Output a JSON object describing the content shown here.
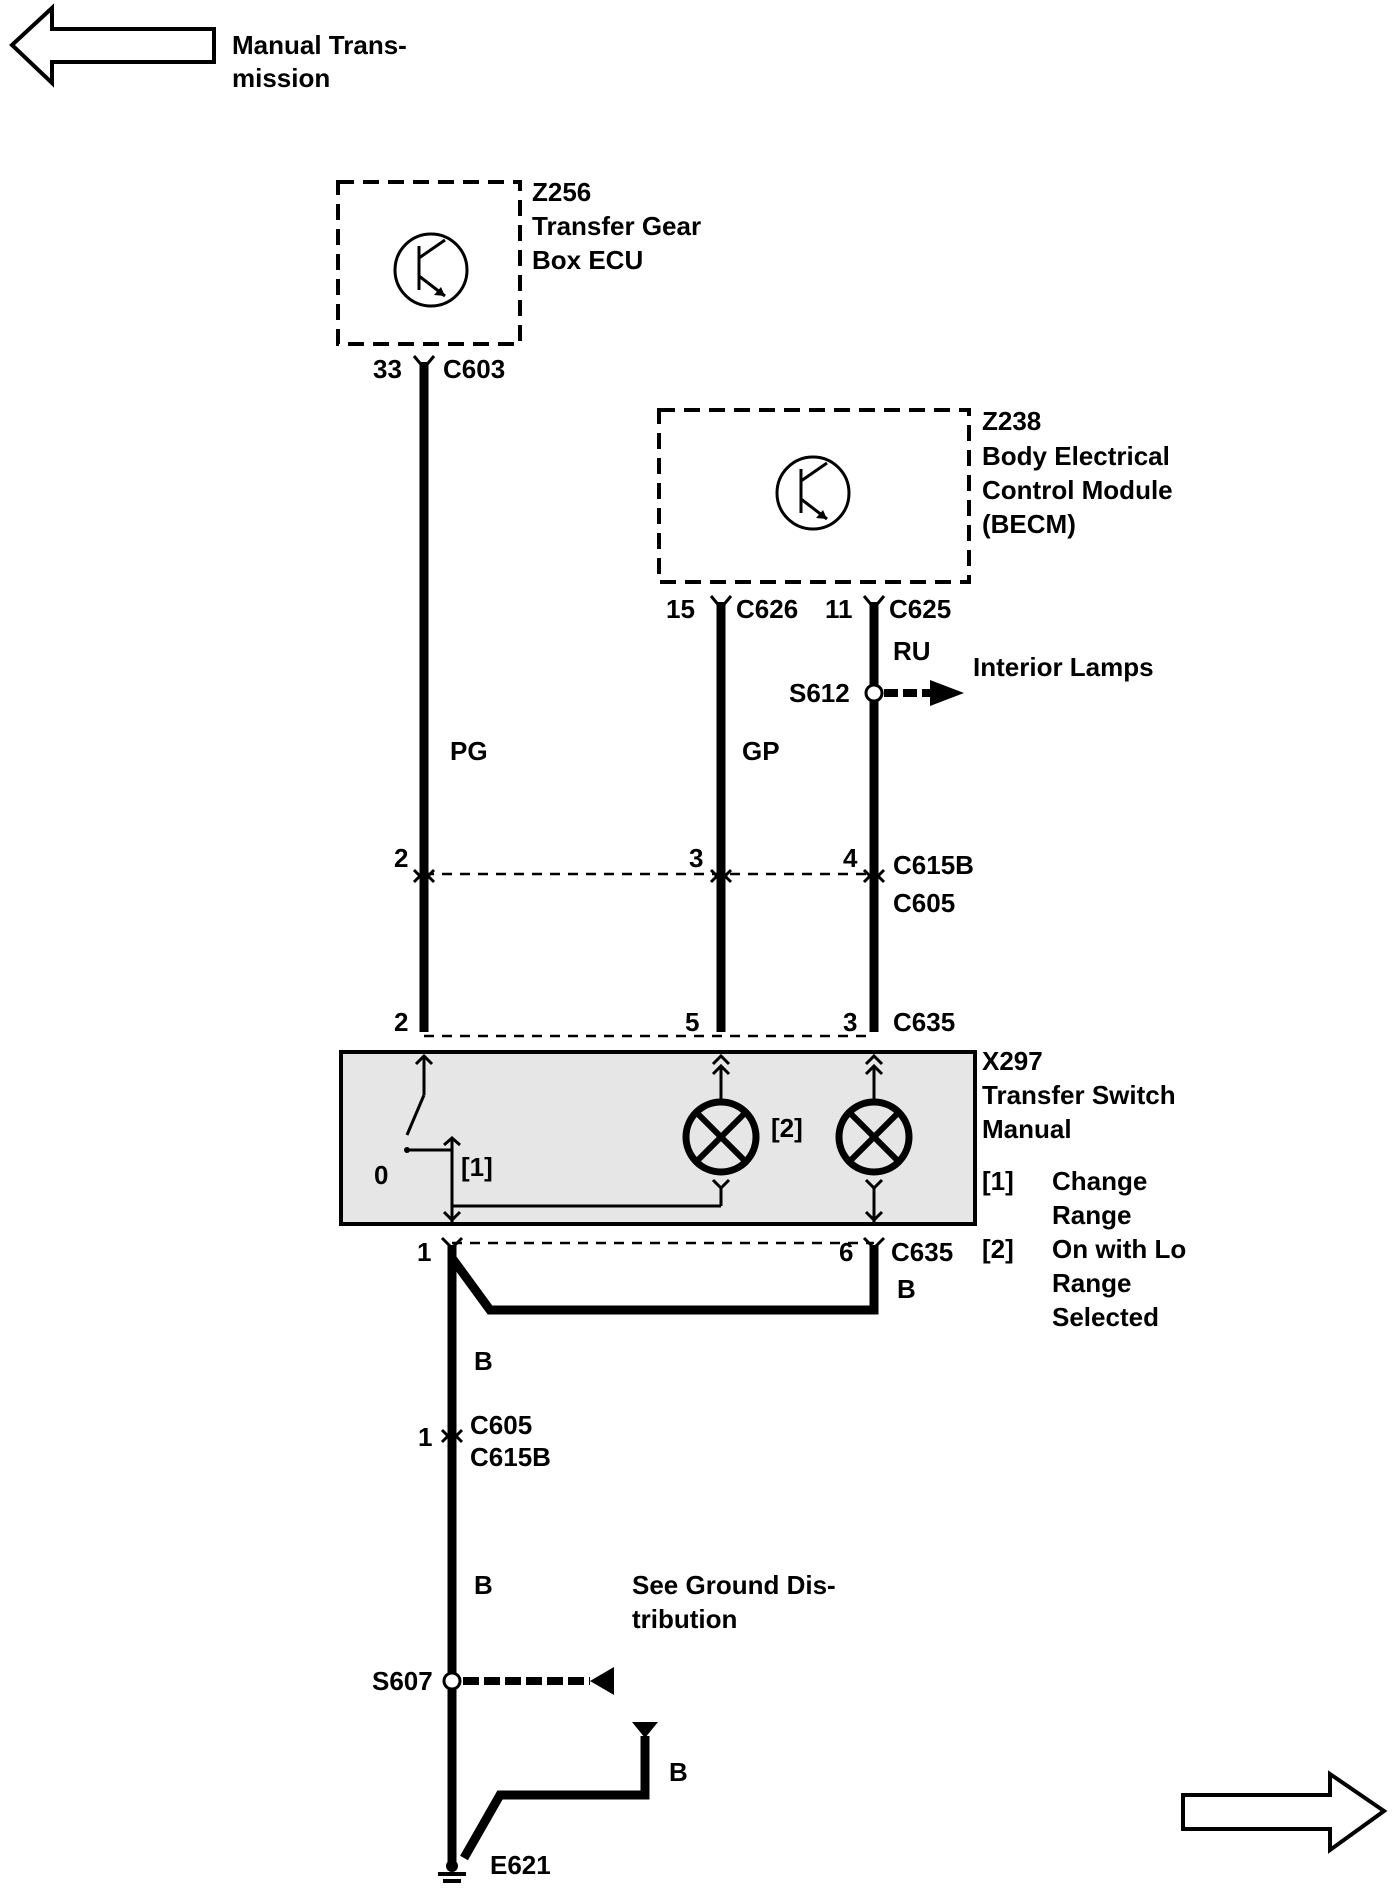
{
  "nav": {
    "left_label_line1": "Manual Trans-",
    "left_label_line2": "mission"
  },
  "components": {
    "z256": {
      "id": "Z256",
      "line1": "Transfer Gear",
      "line2": "Box ECU"
    },
    "z238": {
      "id": "Z238",
      "line1": "Body Electrical",
      "line2": "Control Module",
      "line3": "(BECM)"
    },
    "x297": {
      "id": "X297",
      "line1": "Transfer Switch",
      "line2": "Manual"
    }
  },
  "legend": {
    "note1_key": "[1]",
    "note1_line1": "Change",
    "note1_line2": "Range",
    "note2_key": "[2]",
    "note2_line1": "On with Lo",
    "note2_line2": "Range",
    "note2_line3": "Selected"
  },
  "pins": {
    "p33": "33",
    "c603": "C603",
    "p15": "15",
    "c626": "C626",
    "p11": "11",
    "c625": "C625",
    "pin2a": "2",
    "pin3a": "3",
    "pin4a": "4",
    "c615b_top": "C615B",
    "c605_top": "C605",
    "pin2b": "2",
    "pin5b": "5",
    "pin3b": "3",
    "c635_top": "C635",
    "pin1c": "1",
    "pin6c": "6",
    "c635_bottom": "C635",
    "pin1d": "1",
    "c605_bottom": "C605",
    "c615b_bottom": "C615B"
  },
  "wires": {
    "pg": "PG",
    "gp": "GP",
    "ru": "RU",
    "b1": "B",
    "b2": "B",
    "b3": "B",
    "b4": "B"
  },
  "splices": {
    "s612": "S612",
    "s612_dest": "Interior Lamps",
    "s607": "S607",
    "s607_src_line1": "See Ground Dis-",
    "s607_src_line2": "tribution"
  },
  "ground": {
    "e621": "E621"
  },
  "switch_marks": {
    "pos0": "0",
    "mark1": "[1]",
    "mark2": "[2]"
  }
}
